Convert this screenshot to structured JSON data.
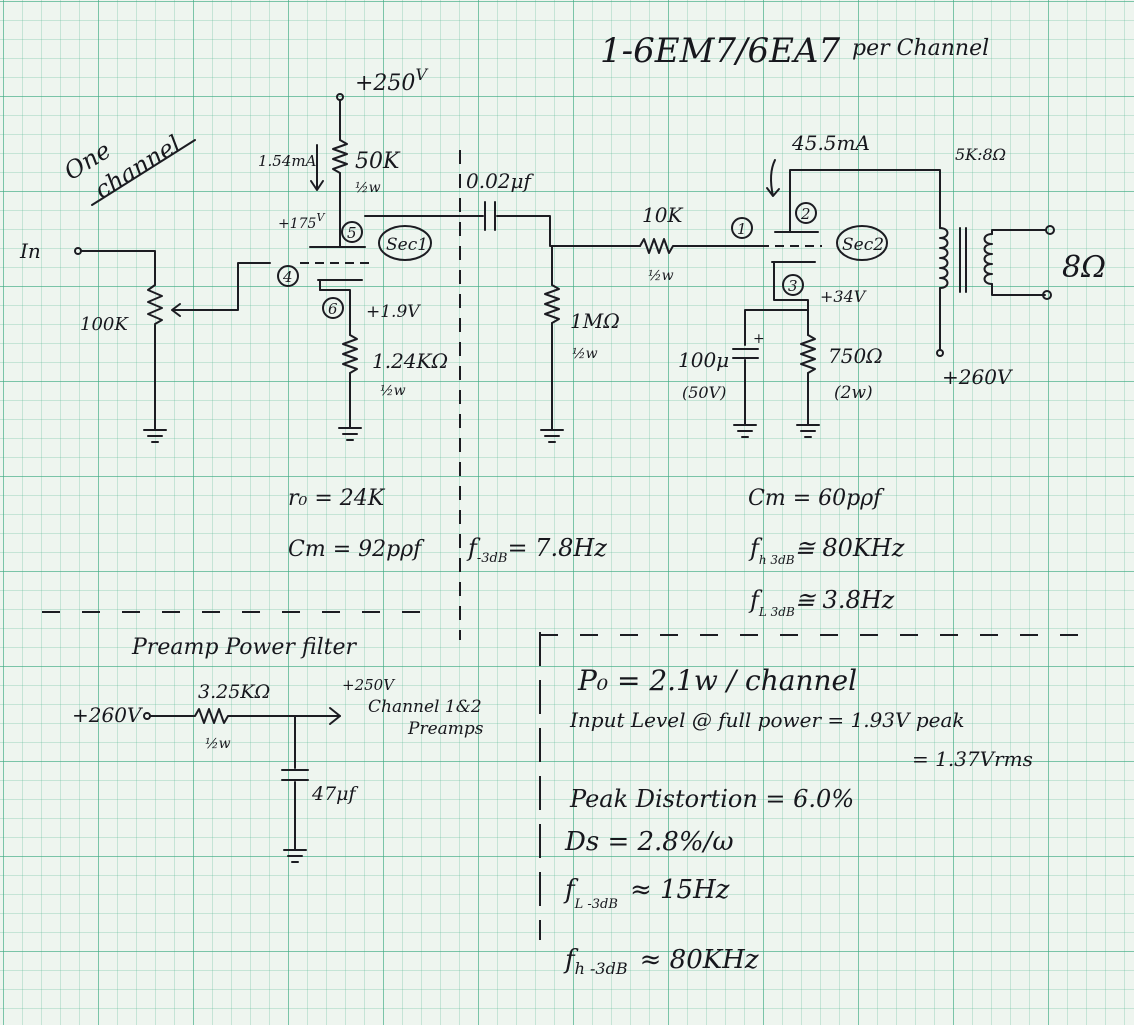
{
  "title": "1-6EM7/6EA7",
  "subtitle": "per Channel",
  "channel_note": [
    "One",
    "channel"
  ],
  "preamp": {
    "input_label": "In",
    "pot": "100K",
    "grid_pin": "4",
    "plate_pin": "5",
    "cathode_pin": "6",
    "section": "Sec1",
    "supply": "+250",
    "supply_unit": "V",
    "plate_current": "1.54mA",
    "plate_resistor": "50K",
    "plate_resistor_power": "½w",
    "plate_voltage": "+175",
    "plate_voltage_unit": "V",
    "cathode_voltage": "+1.9V",
    "cathode_resistor": "1.24KΩ",
    "cathode_resistor_power": "½w",
    "ro": "r₀ = 24K",
    "cm": "Cm = 92pρf"
  },
  "coupling": {
    "capacitor": "0.02μf",
    "grid_leak": "1MΩ",
    "grid_leak_power": "½w",
    "f3db_prefix": "f",
    "f3db_sub": "-3dB",
    "f3db_value": "= 7.8Hz"
  },
  "output": {
    "grid_stopper": "10K",
    "grid_stopper_power": "½w",
    "grid_pin": "1",
    "plate_pin": "2",
    "cathode_pin": "3",
    "section": "Sec2",
    "plate_current": "45.5mA",
    "transformer": "5K:8Ω",
    "load": "8Ω",
    "b_plus": "+260V",
    "cathode_voltage": "+34V",
    "bypass_cap": "100μ",
    "bypass_cap_voltage": "(50V)",
    "cathode_resistor": "750Ω",
    "cathode_resistor_power": "(2w)",
    "cm": "Cm = 60pρf",
    "fh_prefix": "f",
    "fh_sub": "h 3dB",
    "fh_value": "≅ 80KHz",
    "fl_prefix": "f",
    "fl_sub": "L 3dB",
    "fl_value": "≅ 3.8Hz"
  },
  "filter": {
    "title": "Preamp Power filter",
    "input": "+260V",
    "resistor": "3.25KΩ",
    "resistor_power": "½w",
    "output": "+250V",
    "output_label_1": "Channel 1&2",
    "output_label_2": "Preamps",
    "capacitor": "47μf"
  },
  "specs": {
    "po": "P₀ = 2.1w / channel",
    "input_level": "Input Level @ full power = 1.93V peak",
    "input_rms": "= 1.37Vrms",
    "distortion": "Peak Distortion = 6.0%",
    "ds": "Ds = 2.8%/ω",
    "fl_prefix": "f",
    "fl_sub": "L -3dB",
    "fl_value": "≈ 15Hz",
    "fh_prefix": "f",
    "fh_sub": "h -3dB",
    "fh_value": "≈ 80KHz"
  }
}
